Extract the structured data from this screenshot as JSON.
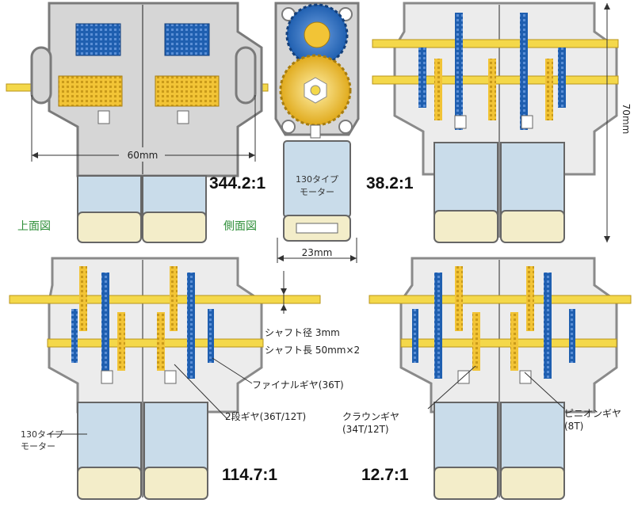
{
  "labels": {
    "dim_60": "60mm",
    "dim_70": "70mm",
    "dim_23": "23mm",
    "ratio_344": "344.2:1",
    "ratio_38": "38.2:1",
    "ratio_114": "114.7:1",
    "ratio_12": "12.7:1",
    "top_view": "上面図",
    "side_view": "側面図",
    "motor_line1": "130タイプ",
    "motor_line2": "モーター",
    "shaft_diameter": "シャフト径 3mm",
    "shaft_length": "シャフト長 50mm×2",
    "final_gear": "ファイナルギヤ(36T)",
    "two_stage_gear": "2段ギヤ(36T/12T)",
    "crown_gear_1": "クラウンギヤ",
    "crown_gear_2": "(34T/12T)",
    "pinion_gear_1": "ピニオンギヤ",
    "pinion_gear_2": "(8T)"
  },
  "colors": {
    "housing": "#9a9a9a",
    "housing_dark": "#6f6f6f",
    "housing_fill": "#cfcfcf",
    "gear_blue": "#1f5fb0",
    "gear_yellow": "#f2c436",
    "shaft_yellow": "#f4d84a",
    "motor": "#c9dcea",
    "motor_cap": "#f3edc9",
    "view_label": "#2f8f3a"
  },
  "icons": [
    "gearbox-unit",
    "motor-unit",
    "shaft",
    "gear"
  ]
}
